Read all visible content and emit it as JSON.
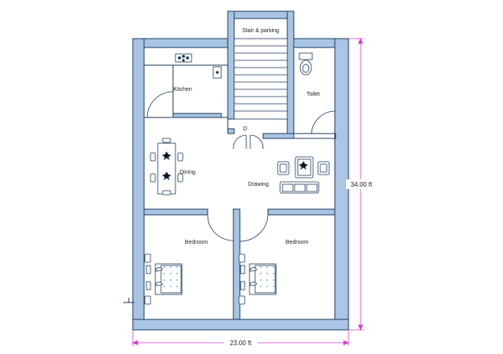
{
  "rooms": {
    "stair": "Stair & parking",
    "kitchen": "Kitchen",
    "toilet": "Toilet",
    "dining": "Dining",
    "drawing": "Drawing",
    "bedroom_left": "Bedroom",
    "bedroom_right": "Bedroom"
  },
  "door_mark": "D",
  "dimensions": {
    "width": "23.00 ft",
    "height": "34.00 ft"
  },
  "colors": {
    "wall_fill": "#a8c6e4",
    "wall_stroke": "#1f3a5a",
    "dimension_line": "#d23cd2"
  }
}
